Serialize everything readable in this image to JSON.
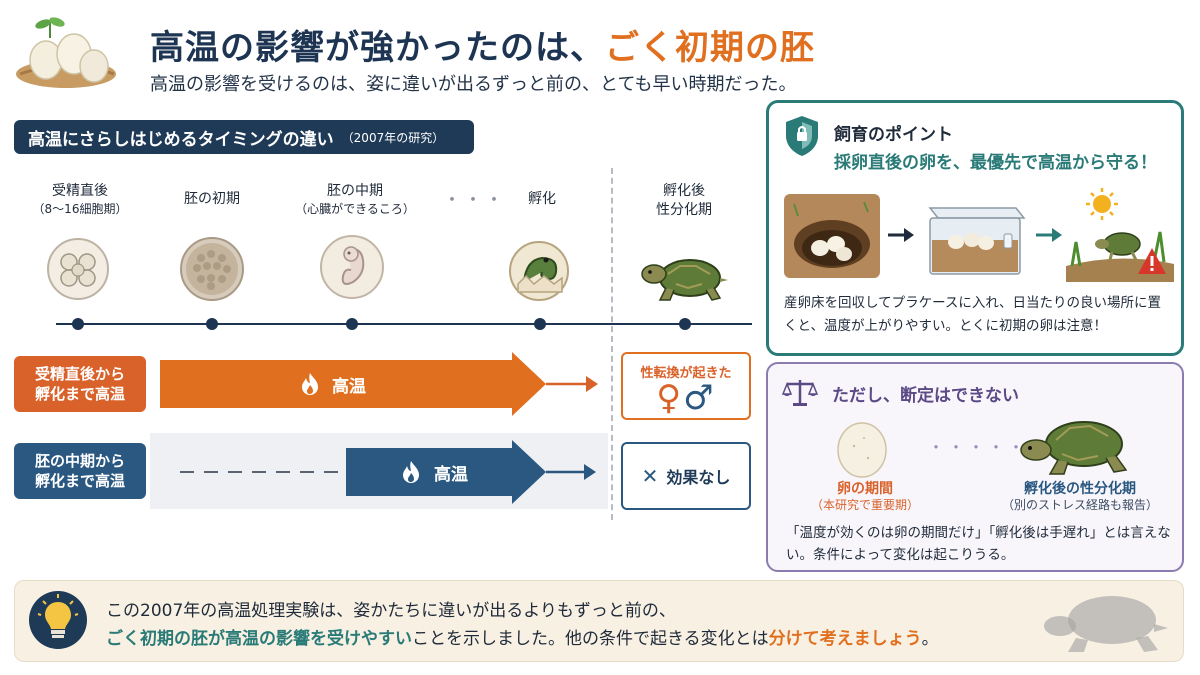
{
  "header": {
    "title_main": "高温の影響が強かったのは、",
    "title_accent": "ごく初期の胚",
    "subtitle": "高温の影響を受けるのは、姿に違いが出るずっと前の、とても早い時期だった。",
    "icon": "eggs-in-nest-icon"
  },
  "section": {
    "title": "高温にさらしはじめるタイミングの違い",
    "note": "（2007年の研究）"
  },
  "stages": [
    {
      "label": "受精直後",
      "sub": "（8〜16細胞期）",
      "icon": "cell-cluster-icon"
    },
    {
      "label": "胚の初期",
      "sub": "",
      "icon": "morula-icon"
    },
    {
      "label": "胚の中期",
      "sub": "（心臓ができるころ）",
      "icon": "embryo-icon"
    },
    {
      "label": "孵化",
      "sub": "",
      "icon": "hatching-turtle-icon"
    },
    {
      "label": "孵化後",
      "sub": "性分化期",
      "icon": "turtle-icon"
    }
  ],
  "ellipsis": "・・・",
  "rows": [
    {
      "label_line1": "受精直後から",
      "label_line2": "孵化まで高温",
      "bar_label": "高温",
      "color": "#e0701f"
    },
    {
      "label_line1": "胚の中期から",
      "label_line2": "孵化まで高温",
      "bar_label": "高温",
      "color": "#2a5881"
    }
  ],
  "results": {
    "row1_title": "性転換が起きた",
    "row1_female": "♀",
    "row1_male": "♂",
    "row2_mark": "✕",
    "row2_text": "効果なし"
  },
  "panel_care": {
    "title": "飼育のポイント",
    "subtitle": "採卵直後の卵を、最優先で高温から守る！",
    "caption": "産卵床を回収してプラケースに入れ、日当たりの良い場所に置くと、温度が上がりやすい。とくに初期の卵は注意！",
    "icon": "shield-icon"
  },
  "panel_caution": {
    "title": "ただし、断定はできない",
    "egg_label": "卵の期間",
    "egg_sub": "（本研究で重要期）",
    "turtle_label": "孵化後の性分化期",
    "turtle_sub": "（別のストレス経路も報告）",
    "caption": "「温度が効くのは卵の期間だけ」「孵化後は手遅れ」とは言えない。条件によって変化は起こりうる。",
    "dots": "・・・・・",
    "icon": "balance-scale-icon"
  },
  "bottom": {
    "line1": "この2007年の高温処理実験は、姿かたちに違いが出るよりもずっと前の、",
    "line2_hl1": "ごく初期の胚が高温の影響を受けやすい",
    "line2_mid": "ことを示しました。他の条件で起きる変化とは",
    "line2_hl2": "分けて考えましょう",
    "line2_end": "。",
    "icon": "lightbulb-icon"
  }
}
